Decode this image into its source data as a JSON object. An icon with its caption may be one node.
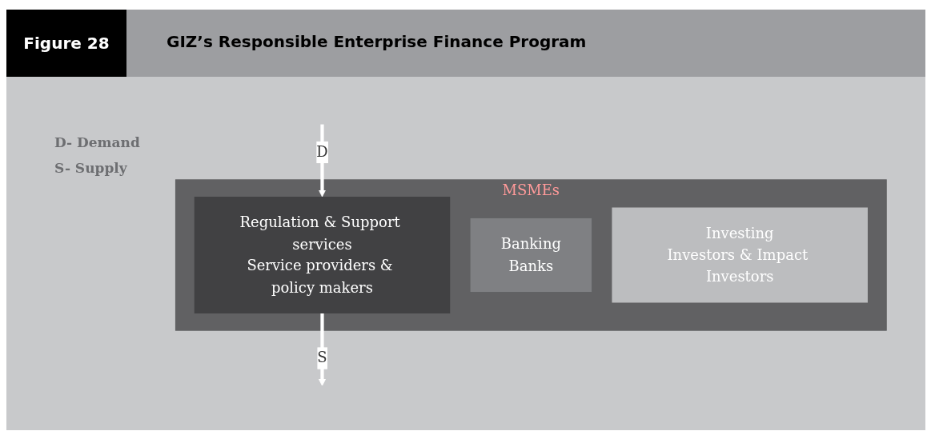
{
  "diagram": {
    "title": "GIZ’s Responsible Enterprise Finance Program",
    "nodes": [
      {
        "text": [
          "MSMEs"
        ]
      },
      {
        "text": [
          "Regulation & Support services",
          "Service providers & policy makers"
        ],
        "in": 0
      },
      {
        "text": [
          "Banking",
          "Banks"
        ],
        "in": 0
      },
      {
        "text": [
          "Investing",
          "Investors & Impact Investors"
        ],
        "in": 0
      }
    ],
    "edges": [
      {
        "from": null,
        "to": 1,
        "arrow": "to",
        "label": "D"
      },
      {
        "from": 1,
        "to": null,
        "arrow": "to",
        "label": "S"
      }
    ],
    "labels": [
      "Figure 28",
      "D- Demand",
      "S- Supply"
    ]
  }
}
